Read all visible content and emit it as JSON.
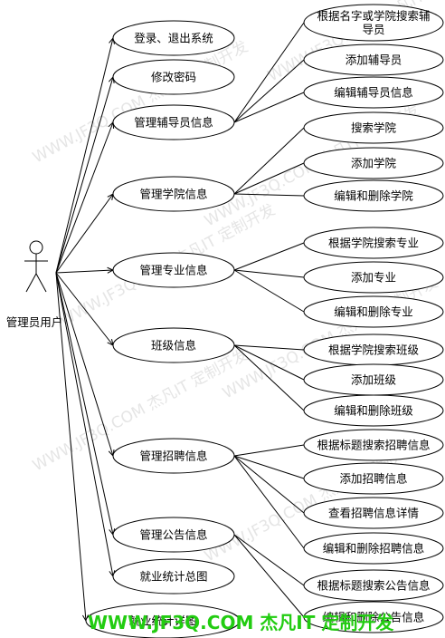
{
  "actor": {
    "name": "管理员用户"
  },
  "primary_use_cases": [
    {
      "id": "login",
      "label": "登录、退出系统",
      "subs": []
    },
    {
      "id": "password",
      "label": "修改密码",
      "subs": []
    },
    {
      "id": "counselor",
      "label": "管理辅导员信息",
      "subs": [
        {
          "label": [
            "根据名字或学院搜索辅",
            "导员"
          ]
        },
        {
          "label": [
            "添加辅导员"
          ]
        },
        {
          "label": [
            "编辑辅导员信息"
          ]
        }
      ]
    },
    {
      "id": "college",
      "label": "管理学院信息",
      "subs": [
        {
          "label": [
            "搜索学院"
          ]
        },
        {
          "label": [
            "添加学院"
          ]
        },
        {
          "label": [
            "编辑和删除学院"
          ]
        }
      ]
    },
    {
      "id": "major",
      "label": "管理专业信息",
      "subs": [
        {
          "label": [
            "根据学院搜索专业"
          ]
        },
        {
          "label": [
            "添加专业"
          ]
        },
        {
          "label": [
            "编辑和删除专业"
          ]
        }
      ]
    },
    {
      "id": "class",
      "label": "班级信息",
      "subs": [
        {
          "label": [
            "根据学院搜索班级"
          ]
        },
        {
          "label": [
            "添加班级"
          ]
        },
        {
          "label": [
            "编辑和删除班级"
          ]
        }
      ]
    },
    {
      "id": "recruit",
      "label": "管理招聘信息",
      "subs": [
        {
          "label": [
            "根据标题搜索招聘信息"
          ]
        },
        {
          "label": [
            "添加招聘信息"
          ]
        },
        {
          "label": [
            "查看招聘信息详情"
          ]
        },
        {
          "label": [
            "编辑和删除招聘信息"
          ]
        }
      ]
    },
    {
      "id": "notice",
      "label": "管理公告信息",
      "subs": [
        {
          "label": [
            "根据标题搜索公告信息"
          ]
        },
        {
          "label": [
            "编辑和删除公告信息"
          ]
        }
      ]
    },
    {
      "id": "stats",
      "label": "就业统计总图",
      "subs": []
    },
    {
      "id": "stats2",
      "label": "就业统计详图",
      "subs": []
    }
  ],
  "watermark": {
    "text": "WWW.JF3Q.COM 杰凡IT 定制开发",
    "footer": "WWW.JF3Q.COM 杰凡IT 定制开发"
  }
}
